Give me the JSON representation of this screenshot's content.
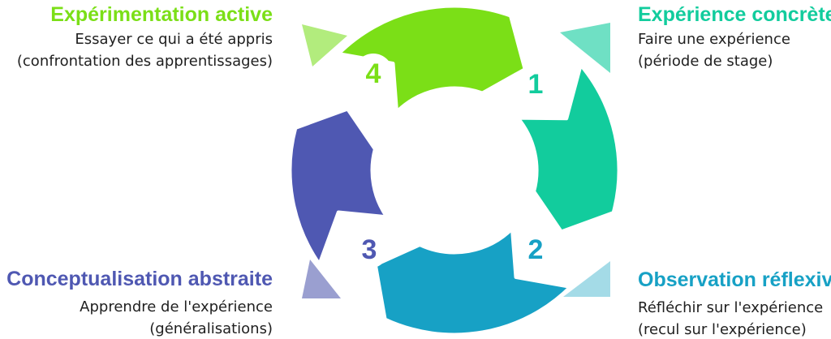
{
  "stages": [
    {
      "number": "1",
      "title": "Expérience concrète",
      "line1": "Faire une expérience",
      "line2": "(période de stage)",
      "color": "#12cc9d",
      "accent": "#6fe0c4"
    },
    {
      "number": "2",
      "title": "Observation réflexive",
      "line1": "Réfléchir sur l'expérience",
      "line2": "(recul sur l'expérience)",
      "color": "#17a1c5",
      "accent": "#a4dbe7"
    },
    {
      "number": "3",
      "title": "Conceptualisation abstraite",
      "line1": "Apprendre de l'expérience",
      "line2": "(généralisations)",
      "color": "#4f58b2",
      "accent": "#9a9fd0"
    },
    {
      "number": "4",
      "title": "Expérimentation active",
      "line1": "Essayer ce qui a été appris",
      "line2": "(confrontation des apprentissages)",
      "color": "#7bdf17",
      "accent": "#b2ec7d"
    }
  ]
}
